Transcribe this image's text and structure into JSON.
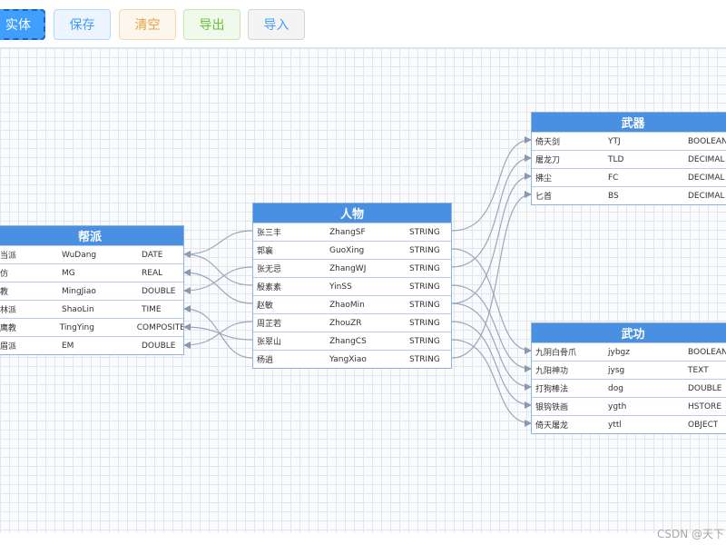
{
  "toolbar": {
    "add_label": "实体",
    "save_label": "保存",
    "clear_label": "清空",
    "export_label": "导出",
    "import_label": "导入"
  },
  "entities": {
    "bangpai": {
      "title": "帮派",
      "rows": [
        [
          "当派",
          "WuDang",
          "DATE"
        ],
        [
          "仿",
          "MG",
          "REAL"
        ],
        [
          "教",
          "MingJiao",
          "DOUBLE"
        ],
        [
          "林派",
          "ShaoLin",
          "TIME"
        ],
        [
          "鹰教",
          "TingYing",
          "COMPOSITE"
        ],
        [
          "眉派",
          "EM",
          "DOUBLE"
        ]
      ]
    },
    "renwu": {
      "title": "人物",
      "rows": [
        [
          "张三丰",
          "ZhangSF",
          "STRING"
        ],
        [
          "郭襄",
          "GuoXing",
          "STRING"
        ],
        [
          "张无忌",
          "ZhangWJ",
          "STRING"
        ],
        [
          "殷素素",
          "YinSS",
          "STRING"
        ],
        [
          "赵敏",
          "ZhaoMin",
          "STRING"
        ],
        [
          "周芷若",
          "ZhouZR",
          "STRING"
        ],
        [
          "张翠山",
          "ZhangCS",
          "STRING"
        ],
        [
          "杨逍",
          "YangXiao",
          "STRING"
        ]
      ]
    },
    "wuqi": {
      "title": "武器",
      "rows": [
        [
          "倚天剑",
          "YTJ",
          "BOOLEAN"
        ],
        [
          "屠龙刀",
          "TLD",
          "DECIMAL"
        ],
        [
          "拂尘",
          "FC",
          "DECIMAL"
        ],
        [
          "匕首",
          "BS",
          "DECIMAL"
        ]
      ]
    },
    "wugong": {
      "title": "武功",
      "rows": [
        [
          "九阴白骨爪",
          "jybgz",
          "BOOLEAN"
        ],
        [
          "九阳神功",
          "jysg",
          "TEXT"
        ],
        [
          "打狗棒法",
          "dog",
          "DOUBLE"
        ],
        [
          "银钩铁画",
          "ygth",
          "HSTORE"
        ],
        [
          "倚天屠龙",
          "yttl",
          "OBJECT"
        ]
      ]
    }
  },
  "watermark": "CSDN @天下"
}
